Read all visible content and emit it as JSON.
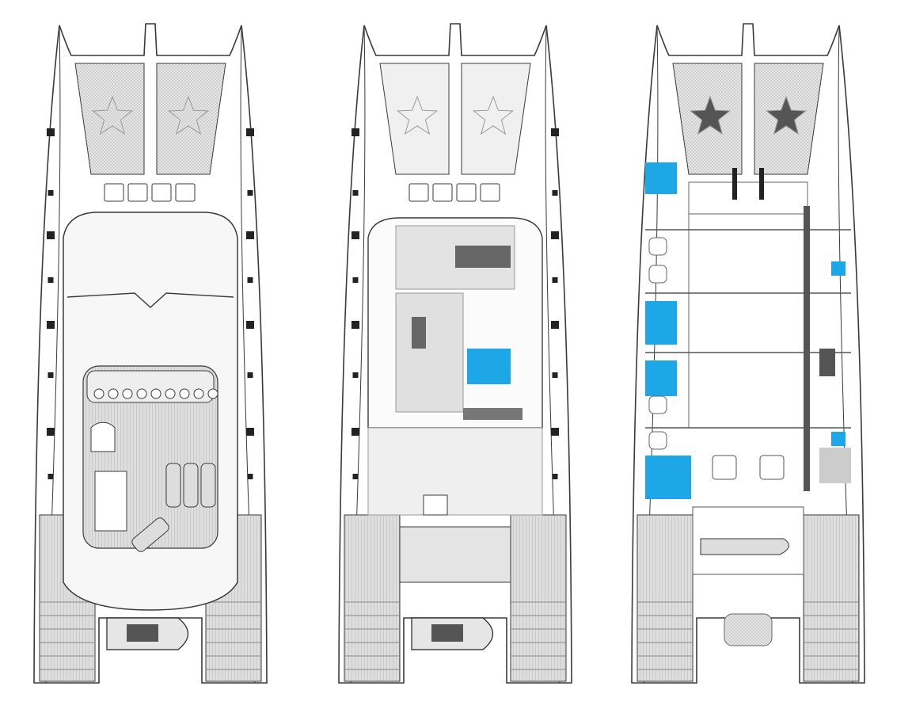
{
  "diagram": {
    "type": "catamaran deck plans",
    "views": [
      "flybridge-deck",
      "main-deck",
      "lower-deck-hulls"
    ],
    "colors": {
      "background": "#ffffff",
      "outline": "#3a3a3a",
      "deck_fill": "#f4f4f4",
      "teak": "#d9d9d9",
      "net": "#dcdcdc",
      "furniture": "#c8c8c8",
      "dark": "#6e6e6e",
      "cabin_blue": "#1ea7e6"
    }
  }
}
